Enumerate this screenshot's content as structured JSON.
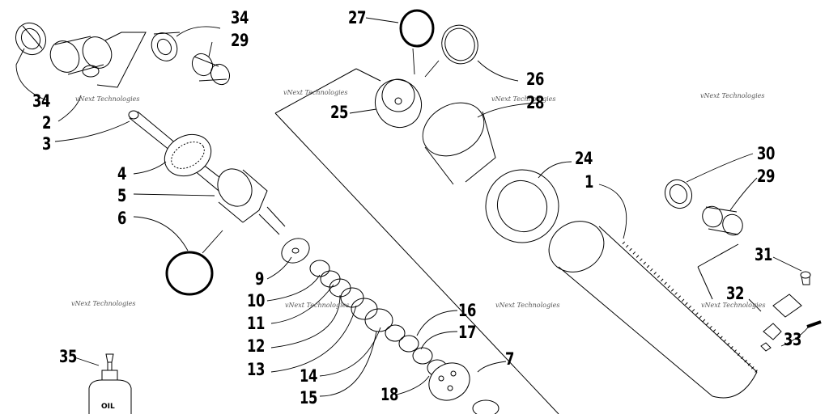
{
  "watermark": "vNext Technologies",
  "bottle_label": "OIL",
  "callouts": [
    {
      "id": "c34a",
      "text": "34"
    },
    {
      "id": "c29a",
      "text": "29"
    },
    {
      "id": "c34b",
      "text": "34"
    },
    {
      "id": "c2",
      "text": "2"
    },
    {
      "id": "c3",
      "text": "3"
    },
    {
      "id": "c4",
      "text": "4"
    },
    {
      "id": "c5",
      "text": "5"
    },
    {
      "id": "c6",
      "text": "6"
    },
    {
      "id": "c9",
      "text": "9"
    },
    {
      "id": "c10",
      "text": "10"
    },
    {
      "id": "c11",
      "text": "11"
    },
    {
      "id": "c12",
      "text": "12"
    },
    {
      "id": "c13",
      "text": "13"
    },
    {
      "id": "c14",
      "text": "14"
    },
    {
      "id": "c15",
      "text": "15"
    },
    {
      "id": "c16",
      "text": "16"
    },
    {
      "id": "c17",
      "text": "17"
    },
    {
      "id": "c18",
      "text": "18"
    },
    {
      "id": "c7",
      "text": "7"
    },
    {
      "id": "c35",
      "text": "35"
    },
    {
      "id": "c27",
      "text": "27"
    },
    {
      "id": "c26",
      "text": "26"
    },
    {
      "id": "c28",
      "text": "28"
    },
    {
      "id": "c25",
      "text": "25"
    },
    {
      "id": "c24",
      "text": "24"
    },
    {
      "id": "c1",
      "text": "1"
    },
    {
      "id": "c30",
      "text": "30"
    },
    {
      "id": "c29b",
      "text": "29"
    },
    {
      "id": "c31",
      "text": "31"
    },
    {
      "id": "c32",
      "text": "32"
    },
    {
      "id": "c33",
      "text": "33"
    }
  ]
}
